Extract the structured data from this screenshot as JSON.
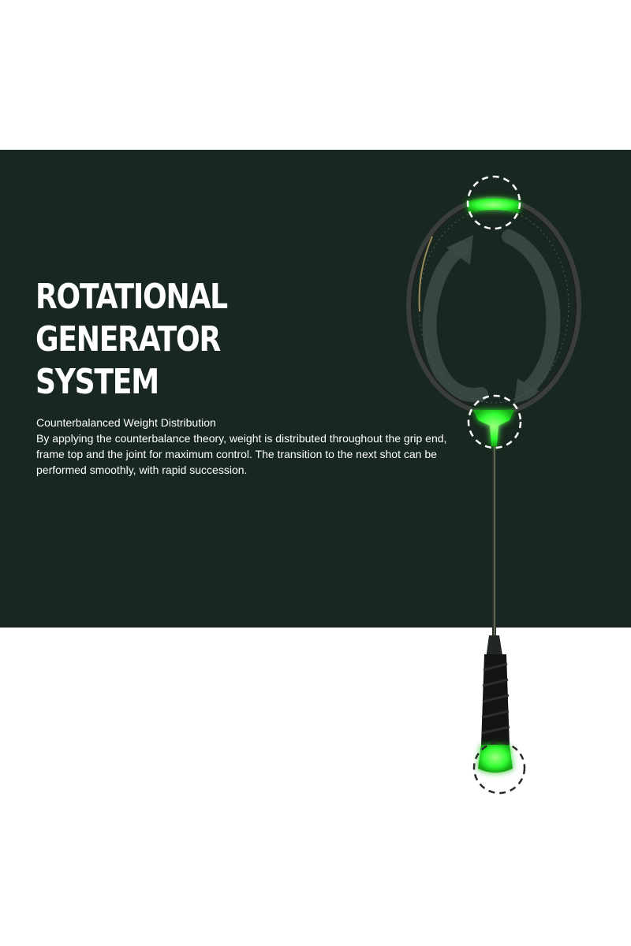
{
  "heading": {
    "line1": "ROTATIONAL",
    "line2": "GENERATOR",
    "line3": "SYSTEM"
  },
  "subtitle": "Counterbalanced Weight Distribution",
  "description": "By applying the counterbalance theory, weight is distributed throughout the grip end, frame top and the joint for maximum control. The transition to the next shot can be performed smoothly, with rapid succession.",
  "colors": {
    "banner": "#18271f",
    "highlight": "#33ff33",
    "text": "#ffffff"
  },
  "icons": [
    "racket-illustration",
    "rotation-arrows-icon",
    "weight-point-icon"
  ]
}
